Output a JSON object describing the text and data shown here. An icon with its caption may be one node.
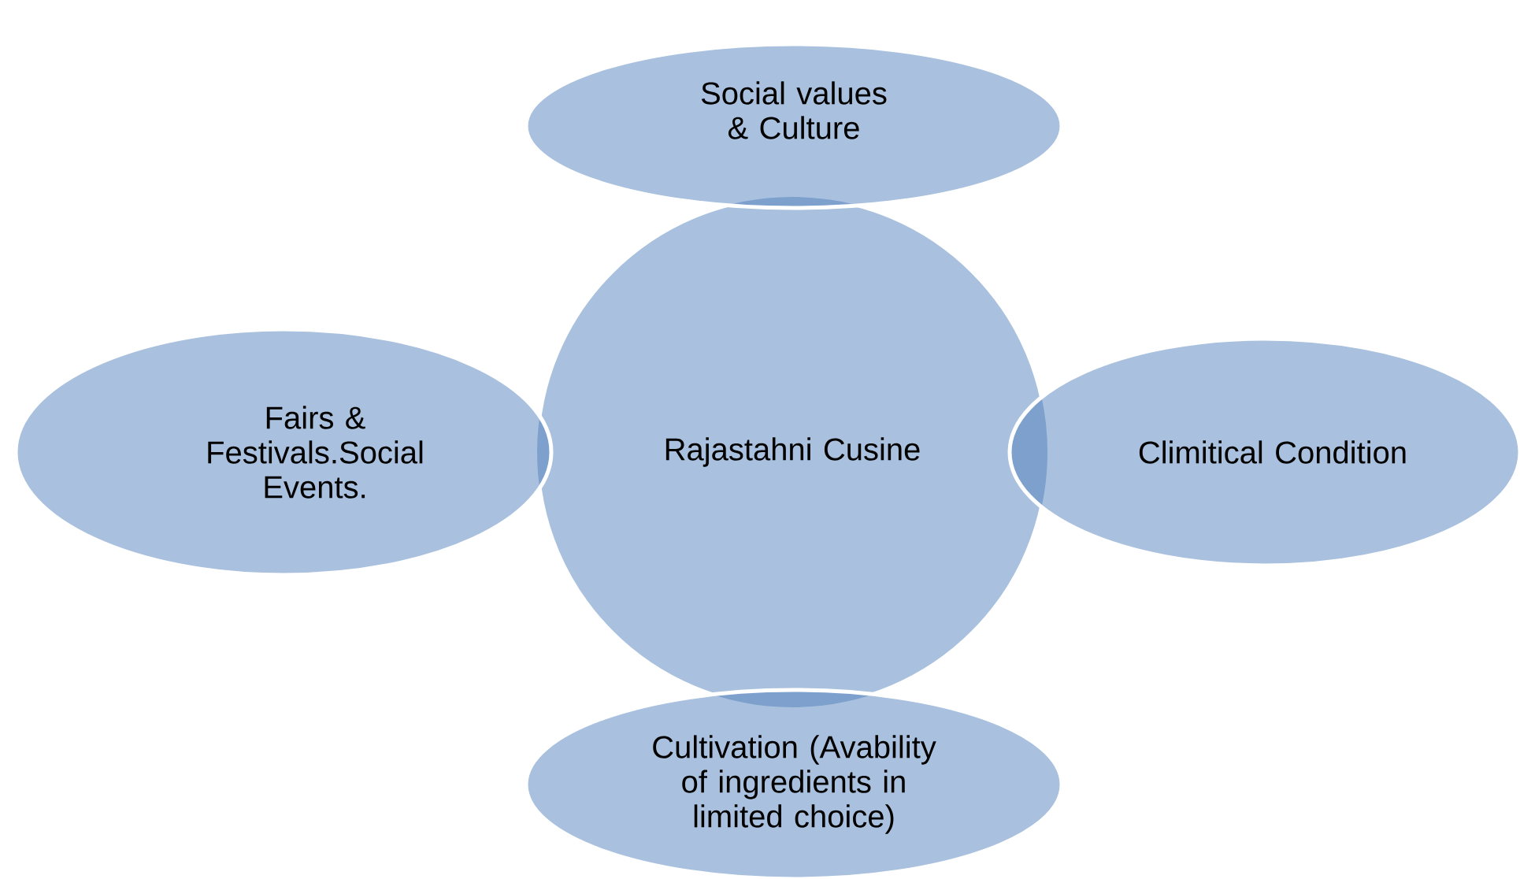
{
  "diagram": {
    "nodes": [
      {
        "text": [
          "Rajastahni Cusine"
        ]
      },
      {
        "text": [
          "Social values & Culture"
        ]
      },
      {
        "text": [
          "Fairs & Festivals.Social Events."
        ]
      },
      {
        "text": [
          "Climitical Condition"
        ]
      },
      {
        "text": [
          "Cultivation (Avability of ingredients in limited choice)"
        ]
      }
    ]
  }
}
